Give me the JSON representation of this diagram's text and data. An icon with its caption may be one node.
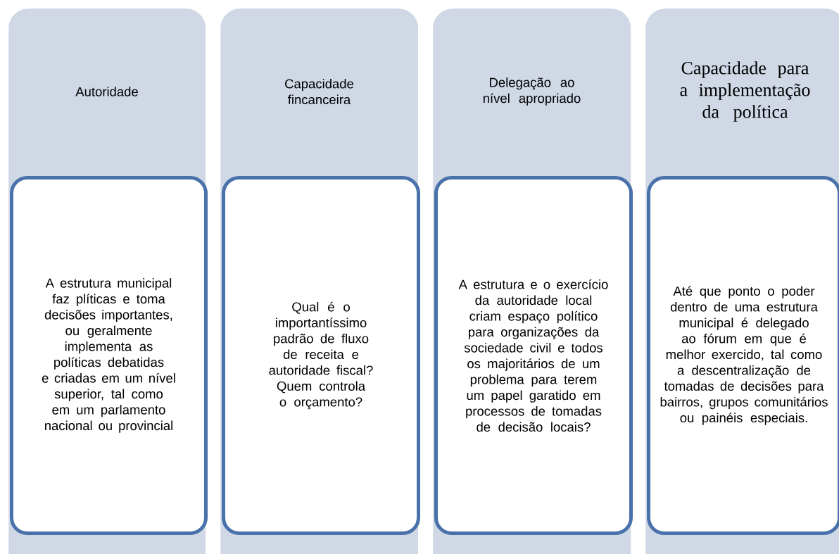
{
  "diagram": {
    "nodes": [
      {
        "text": [
          "Autoridade"
        ]
      },
      {
        "text": [
          "A estrutura municipal faz plíticas e toma decisões importantes, ou geralmente implementa as políticas debatidas e criadas em um nível superior, tal como em um parlamento nacional ou provincial"
        ],
        "in": 0
      },
      {
        "text": [
          "Capacidade fincanceira"
        ]
      },
      {
        "text": [
          "Qual é o importantíssimo padrão de fluxo de receita e autoridade fiscal? Quem controla o orçamento?"
        ],
        "in": 2
      },
      {
        "text": [
          "Delegação ao nível apropriado"
        ]
      },
      {
        "text": [
          "A estrutura e o exercício da autoridade local criam espaço político para organizações da sociedade civil e todos os majoritários de um problema para terem um papel garatido em processos de tomadas de decisão locais?"
        ],
        "in": 4
      },
      {
        "text": [
          "Capacidade para a implementação da política"
        ]
      },
      {
        "text": [
          "Até que ponto o poder dentro de uma estrutura municipal é delegado ao fórum em que é melhor exercido, tal como a descentralização de tomadas de decisões para bairros, grupos comunitários ou painéis especiais."
        ],
        "in": 6
      }
    ]
  }
}
